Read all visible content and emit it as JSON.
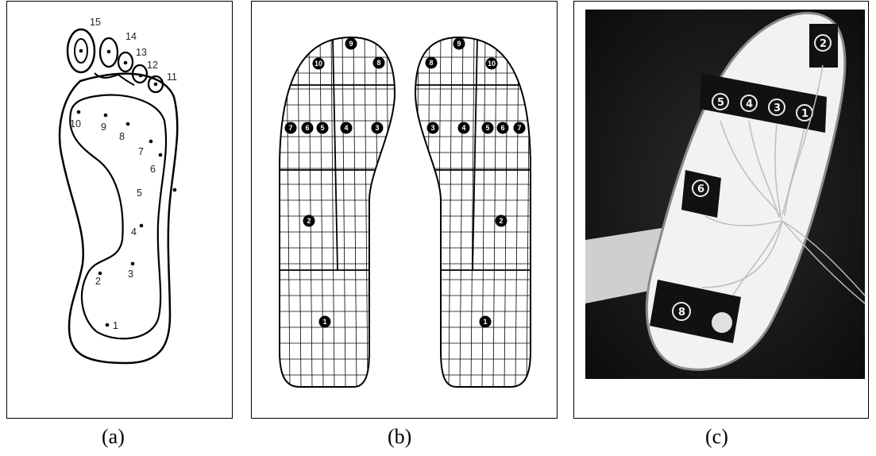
{
  "captions": {
    "a": "(a)",
    "b": "(b)",
    "c": "(c)"
  },
  "panel_a": {
    "labels": [
      "1",
      "2",
      "3",
      "4",
      "5",
      "6",
      "7",
      "8",
      "9",
      "10",
      "11",
      "12",
      "13",
      "14",
      "15"
    ]
  },
  "panel_b": {
    "markers": [
      "1",
      "2",
      "3",
      "4",
      "5",
      "6",
      "7",
      "8",
      "9",
      "10"
    ]
  },
  "panel_c": {
    "sensor_labels": [
      "1",
      "2",
      "3",
      "4",
      "5",
      "6",
      "8"
    ]
  }
}
